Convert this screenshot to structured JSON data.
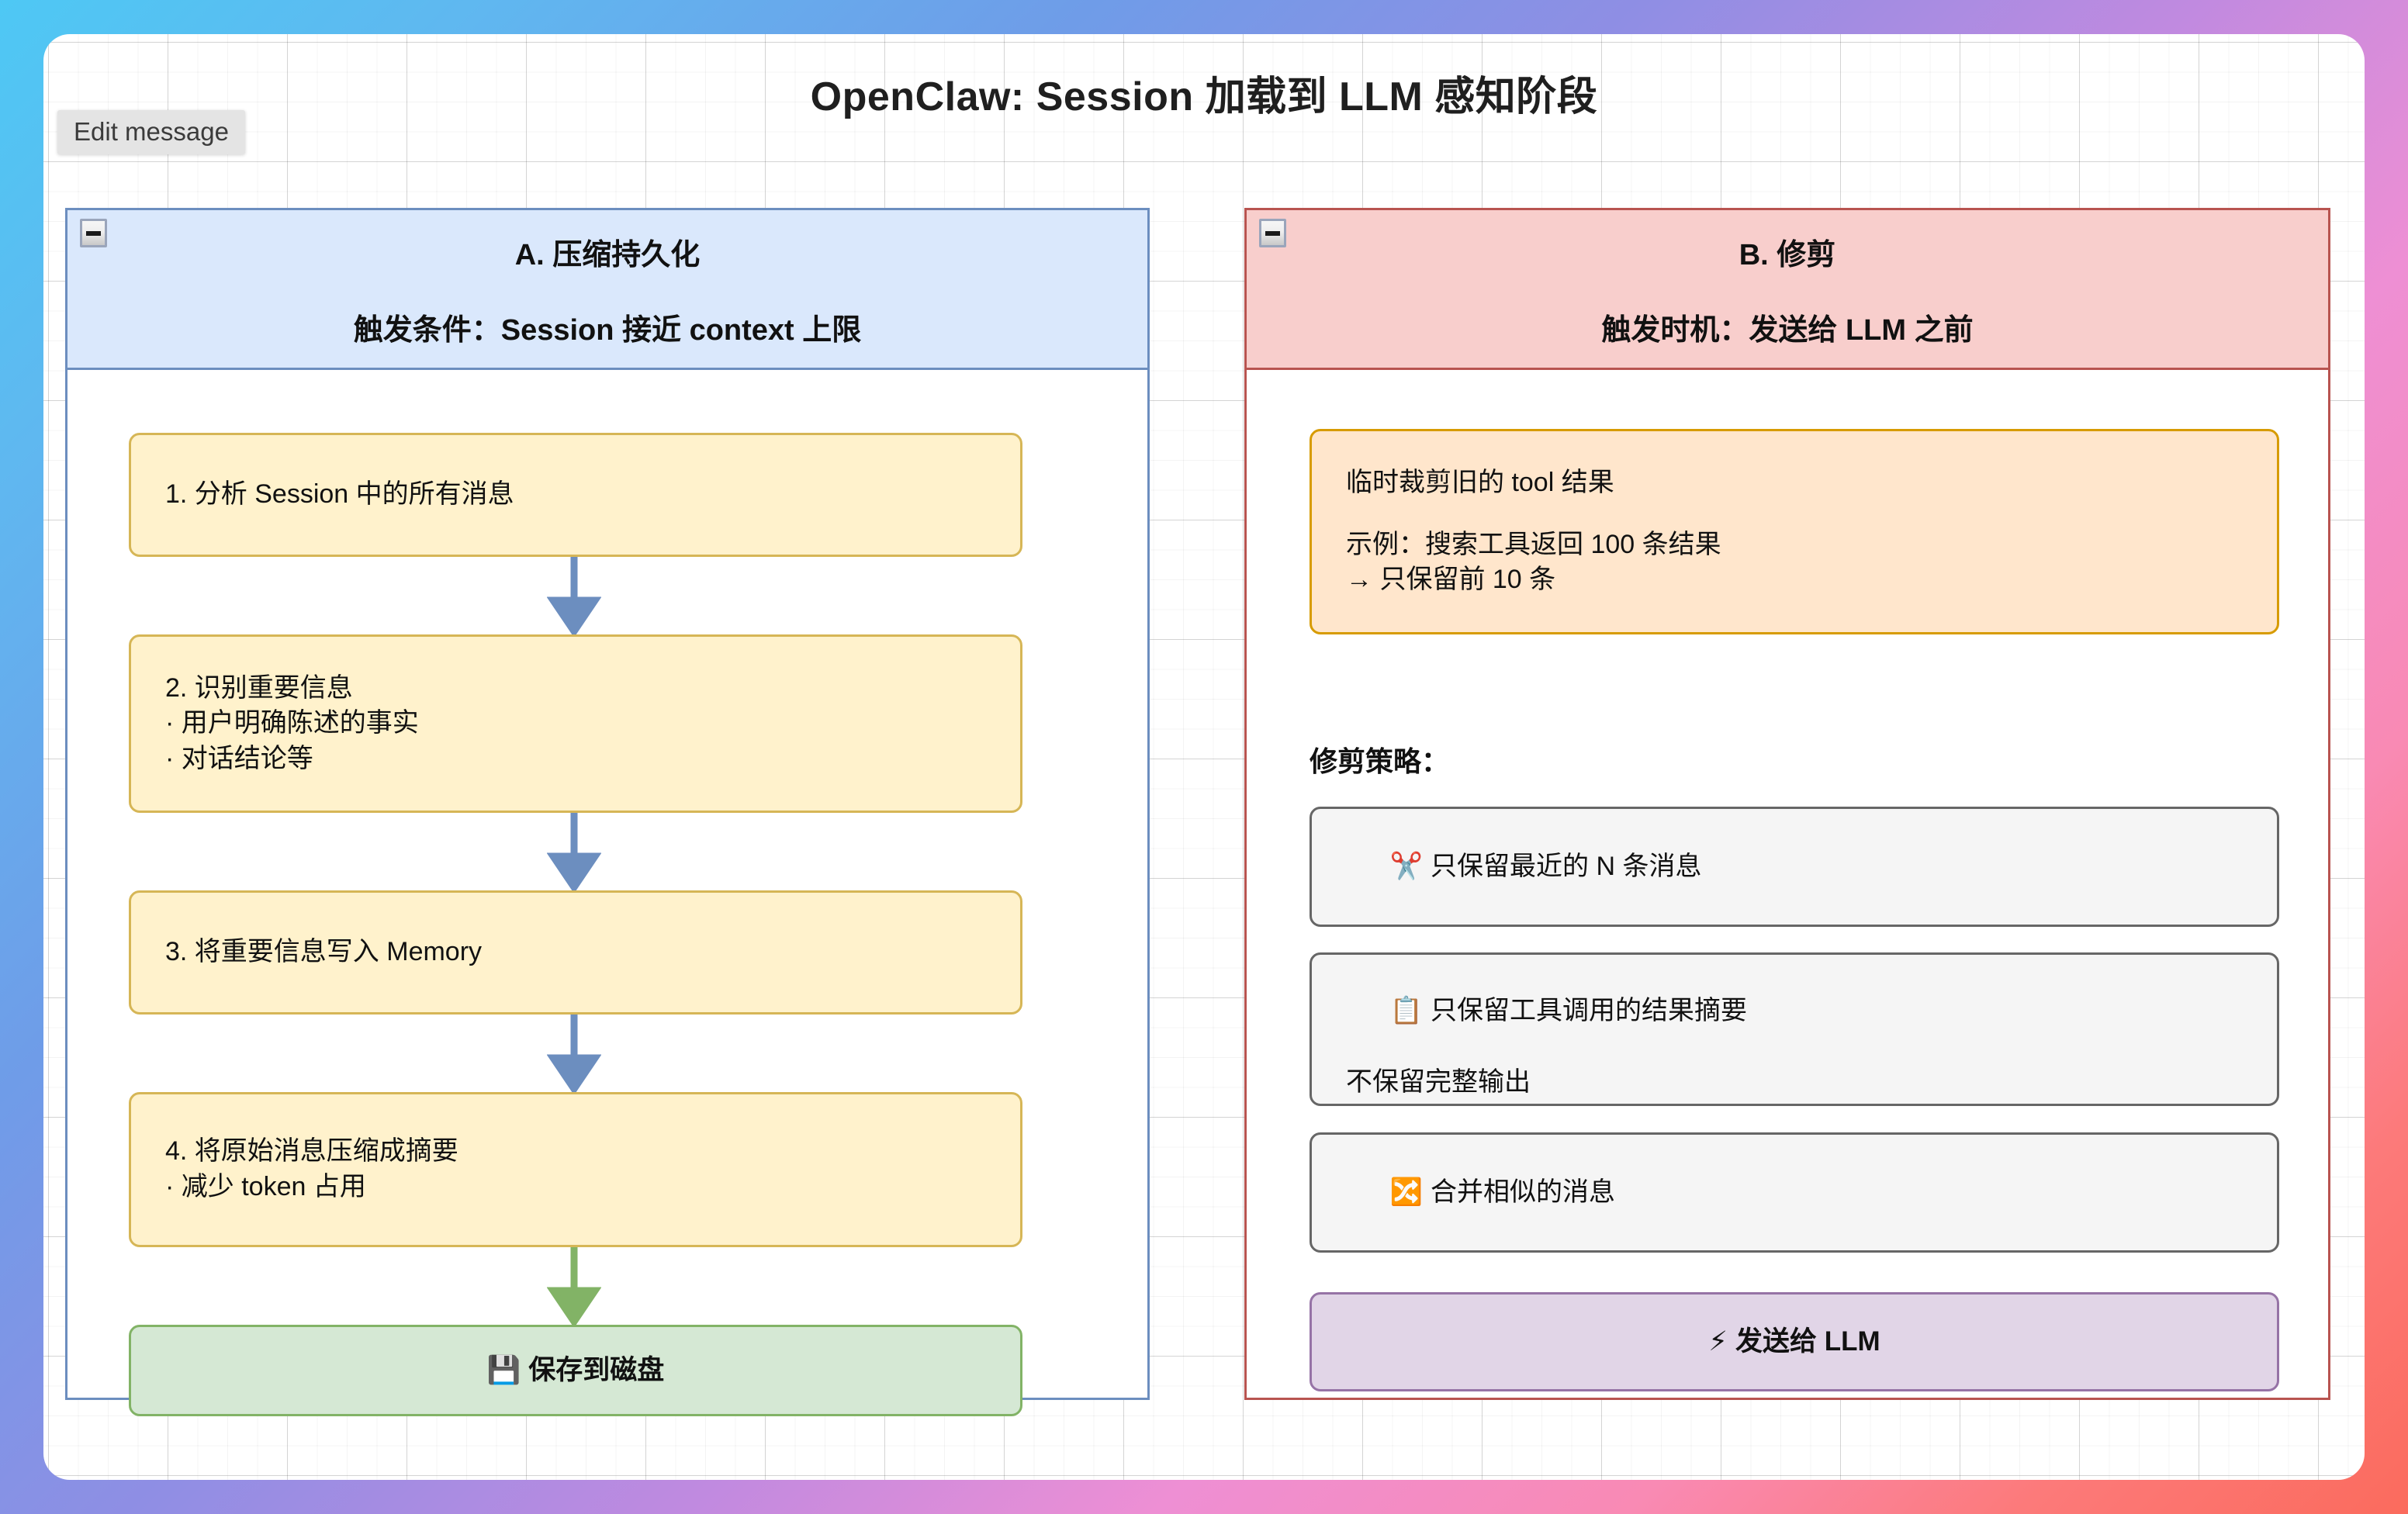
{
  "tooltip": {
    "label": "Edit message"
  },
  "title": "OpenClaw: Session 加载到 LLM 感知阶段",
  "panel_a": {
    "collapse_icon": "minus-icon",
    "title": "A. 压缩持久化",
    "subtitle": "触发条件：Session 接近 context 上限",
    "border_color": "#6c8ebf",
    "header_bg": "#dae8fc",
    "steps": [
      {
        "lines": [
          "1. 分析 Session 中的所有消息"
        ]
      },
      {
        "lines": [
          "2. 识别重要信息",
          "· 用户明确陈述的事实",
          "· 对话结论等"
        ]
      },
      {
        "lines": [
          "3. 将重要信息写入 Memory"
        ]
      },
      {
        "lines": [
          "4. 将原始消息压缩成摘要",
          "· 减少 token 占用"
        ]
      }
    ],
    "arrows": [
      {
        "color": "#6c8ebf",
        "name": "arrow-step1-to-step2"
      },
      {
        "color": "#6c8ebf",
        "name": "arrow-step2-to-step3"
      },
      {
        "color": "#6c8ebf",
        "name": "arrow-step3-to-step4"
      },
      {
        "color": "#82b366",
        "name": "arrow-step4-to-save"
      }
    ],
    "save_node": {
      "icon": "floppy-disk-icon",
      "icon_glyph": "💾",
      "label": "保存到磁盘",
      "bg": "#d5e8d4",
      "border": "#82b366"
    }
  },
  "panel_b": {
    "collapse_icon": "minus-icon",
    "title": "B. 修剪",
    "subtitle": "触发时机：发送给 LLM 之前",
    "border_color": "#b85450",
    "header_bg": "#f8cecc",
    "temp_trim_box": {
      "lines": [
        "临时裁剪旧的 tool 结果",
        "",
        "示例：搜索工具返回 100 条结果",
        "→ 只保留前 10 条"
      ],
      "bg": "#ffe6cc",
      "border": "#d79b00"
    },
    "strategy_label": "修剪策略：",
    "strategies": [
      {
        "icon": "scissors-icon",
        "icon_glyph": "✂️",
        "lines": [
          "只保留最近的 N 条消息"
        ]
      },
      {
        "icon": "clipboard-icon",
        "icon_glyph": "📋",
        "lines": [
          "只保留工具调用的结果摘要",
          "不保留完整输出"
        ]
      },
      {
        "icon": "shuffle-icon",
        "icon_glyph": "🔀",
        "lines": [
          "合并相似的消息"
        ]
      }
    ],
    "send_node": {
      "icon": "lightning-bolt-icon",
      "icon_glyph": "⚡",
      "label": "发送给 LLM",
      "bg": "#e1d5e7",
      "border": "#9673a6"
    }
  }
}
